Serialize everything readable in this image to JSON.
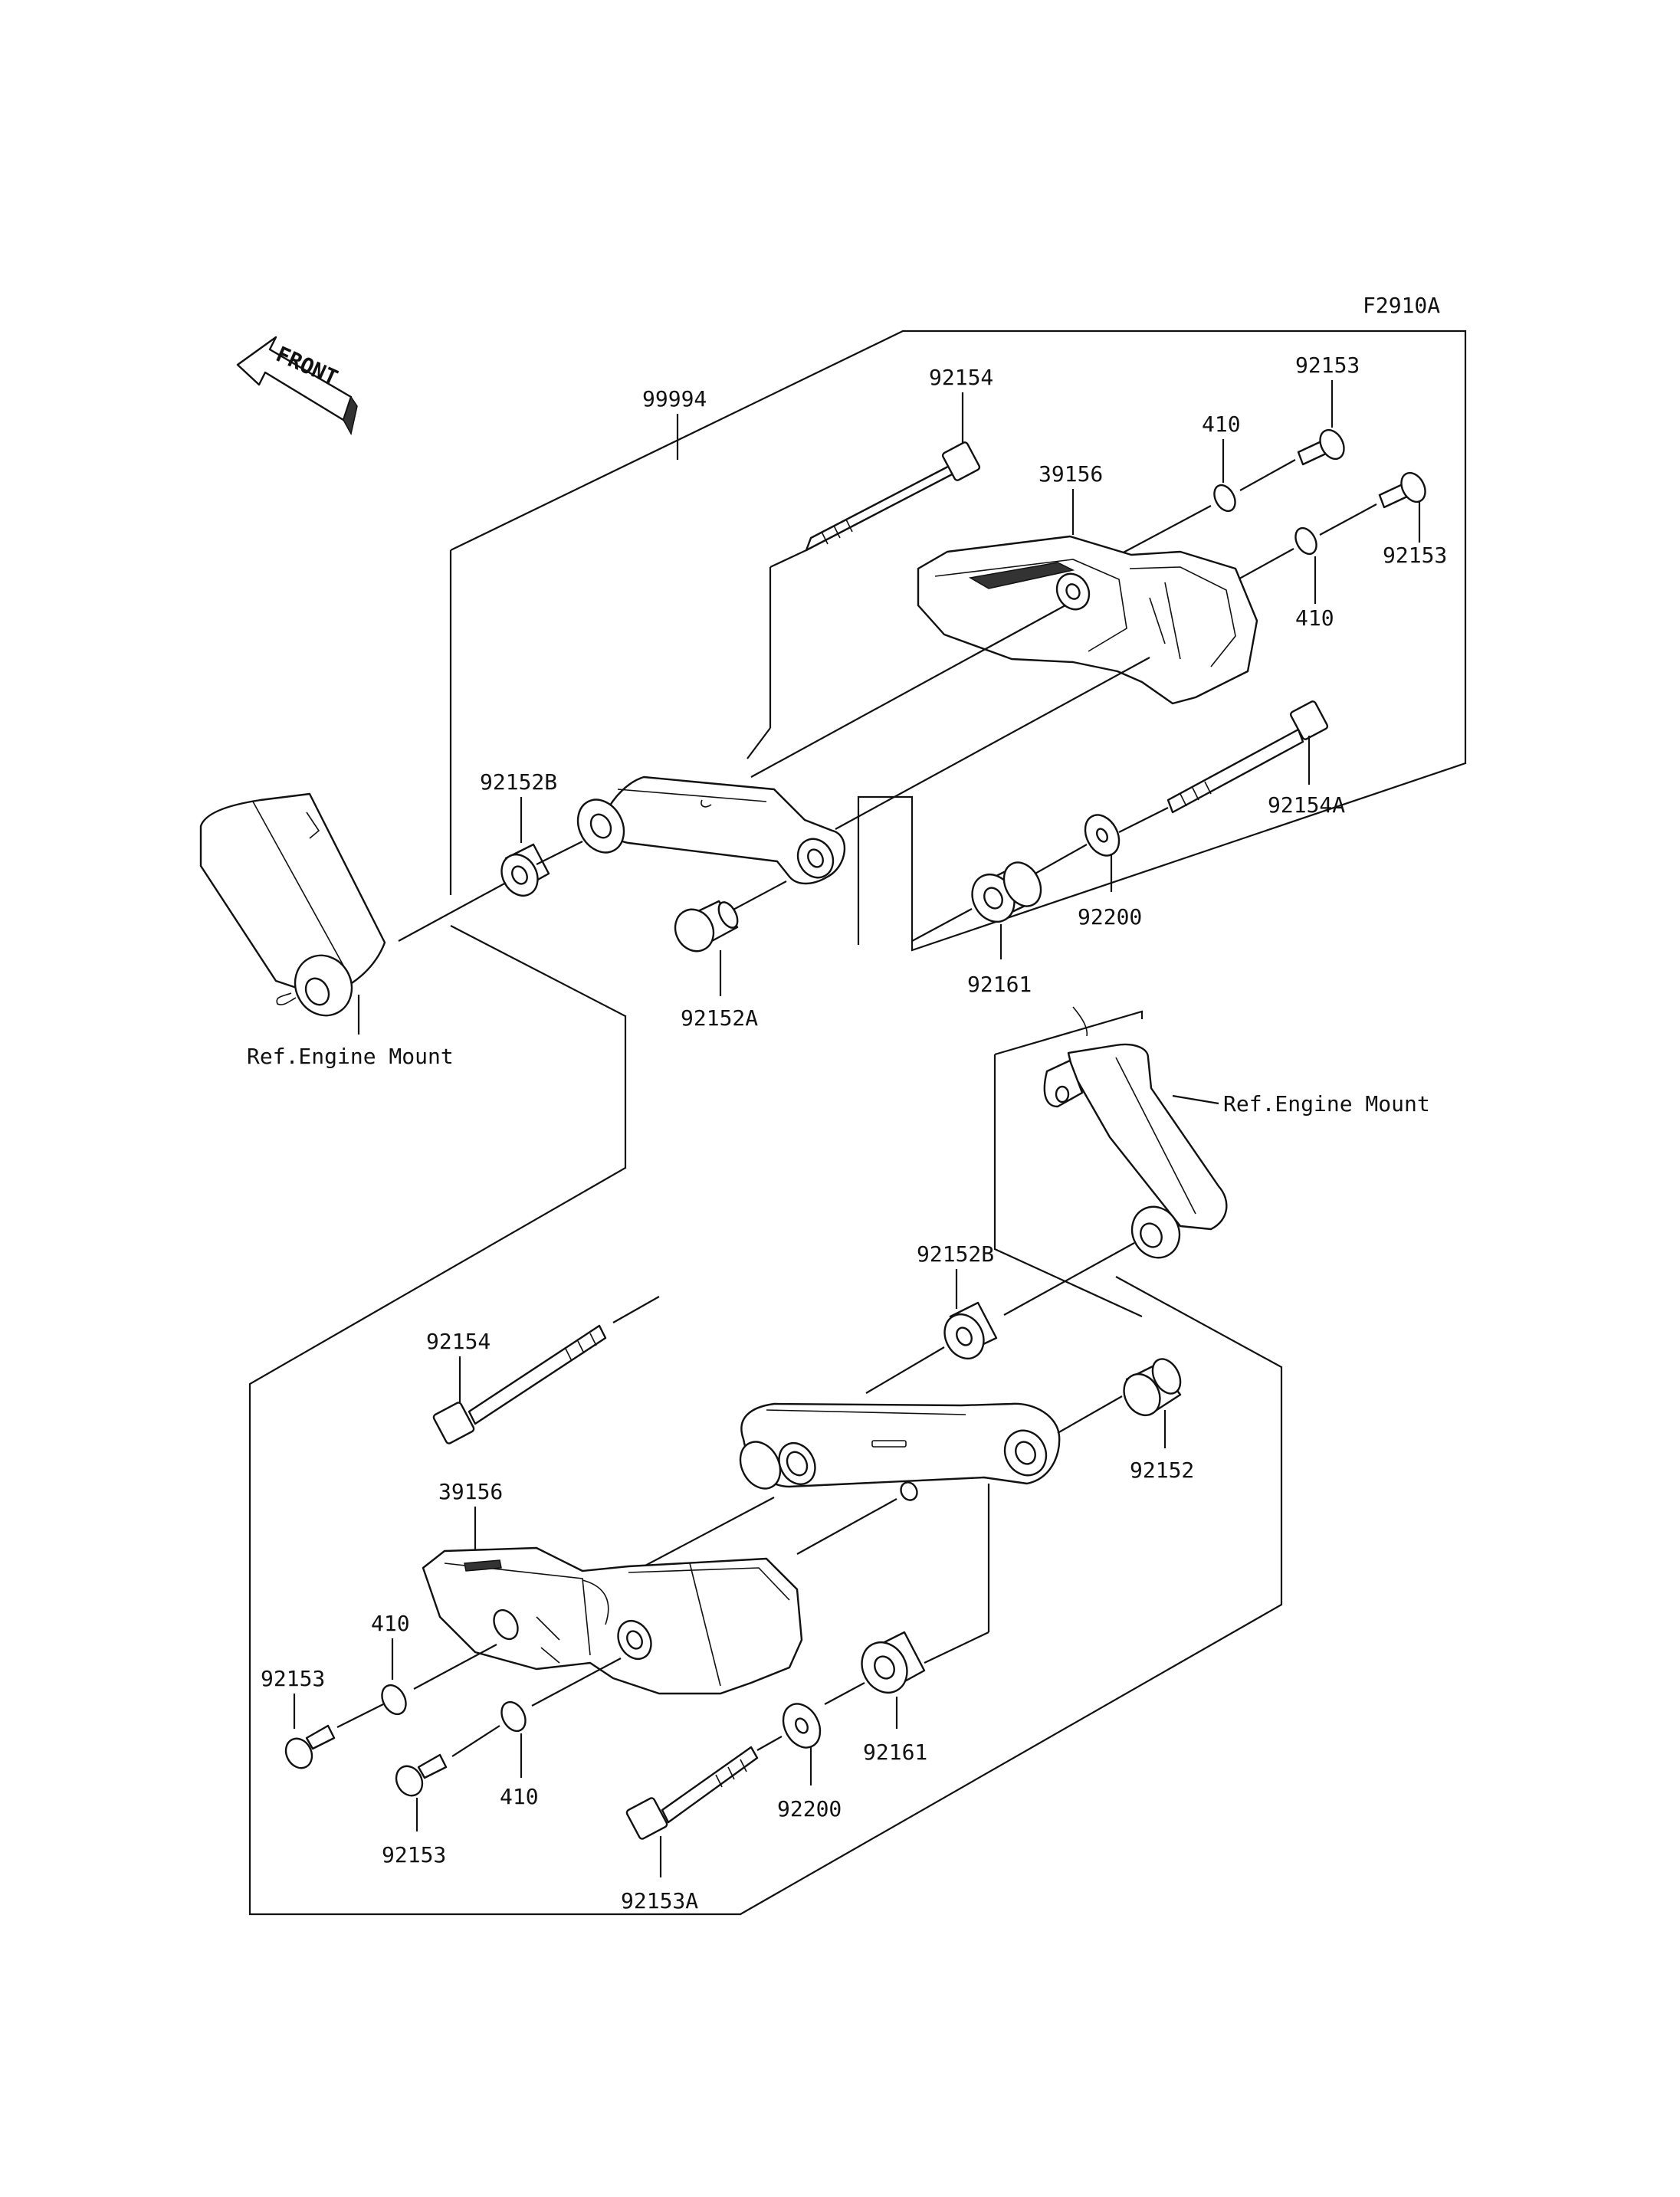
{
  "figure_code": "F2910A",
  "front_label": "FRONT",
  "labels": {
    "top_assembly": "99994",
    "top_bolt_long": "92154",
    "top_screw_a": "92153",
    "top_screw_b": "92153",
    "top_washer_a": "410",
    "top_washer_b": "410",
    "top_slider": "39156",
    "top_collar_b": "92152B",
    "top_collar_a": "92152A",
    "top_bolt_a": "92154A",
    "top_washer_large": "92200",
    "top_grommet": "92161",
    "top_ref": "Ref.Engine Mount",
    "bot_ref": "Ref.Engine Mount",
    "bot_collar_b": "92152B",
    "bot_bolt_long": "92154",
    "bot_collar": "92152",
    "bot_slider": "39156",
    "bot_washer_a": "410",
    "bot_screw_a": "92153",
    "bot_washer_b": "410",
    "bot_screw_b": "92153",
    "bot_grommet": "92161",
    "bot_washer_large": "92200",
    "bot_bolt_a": "92153A"
  }
}
